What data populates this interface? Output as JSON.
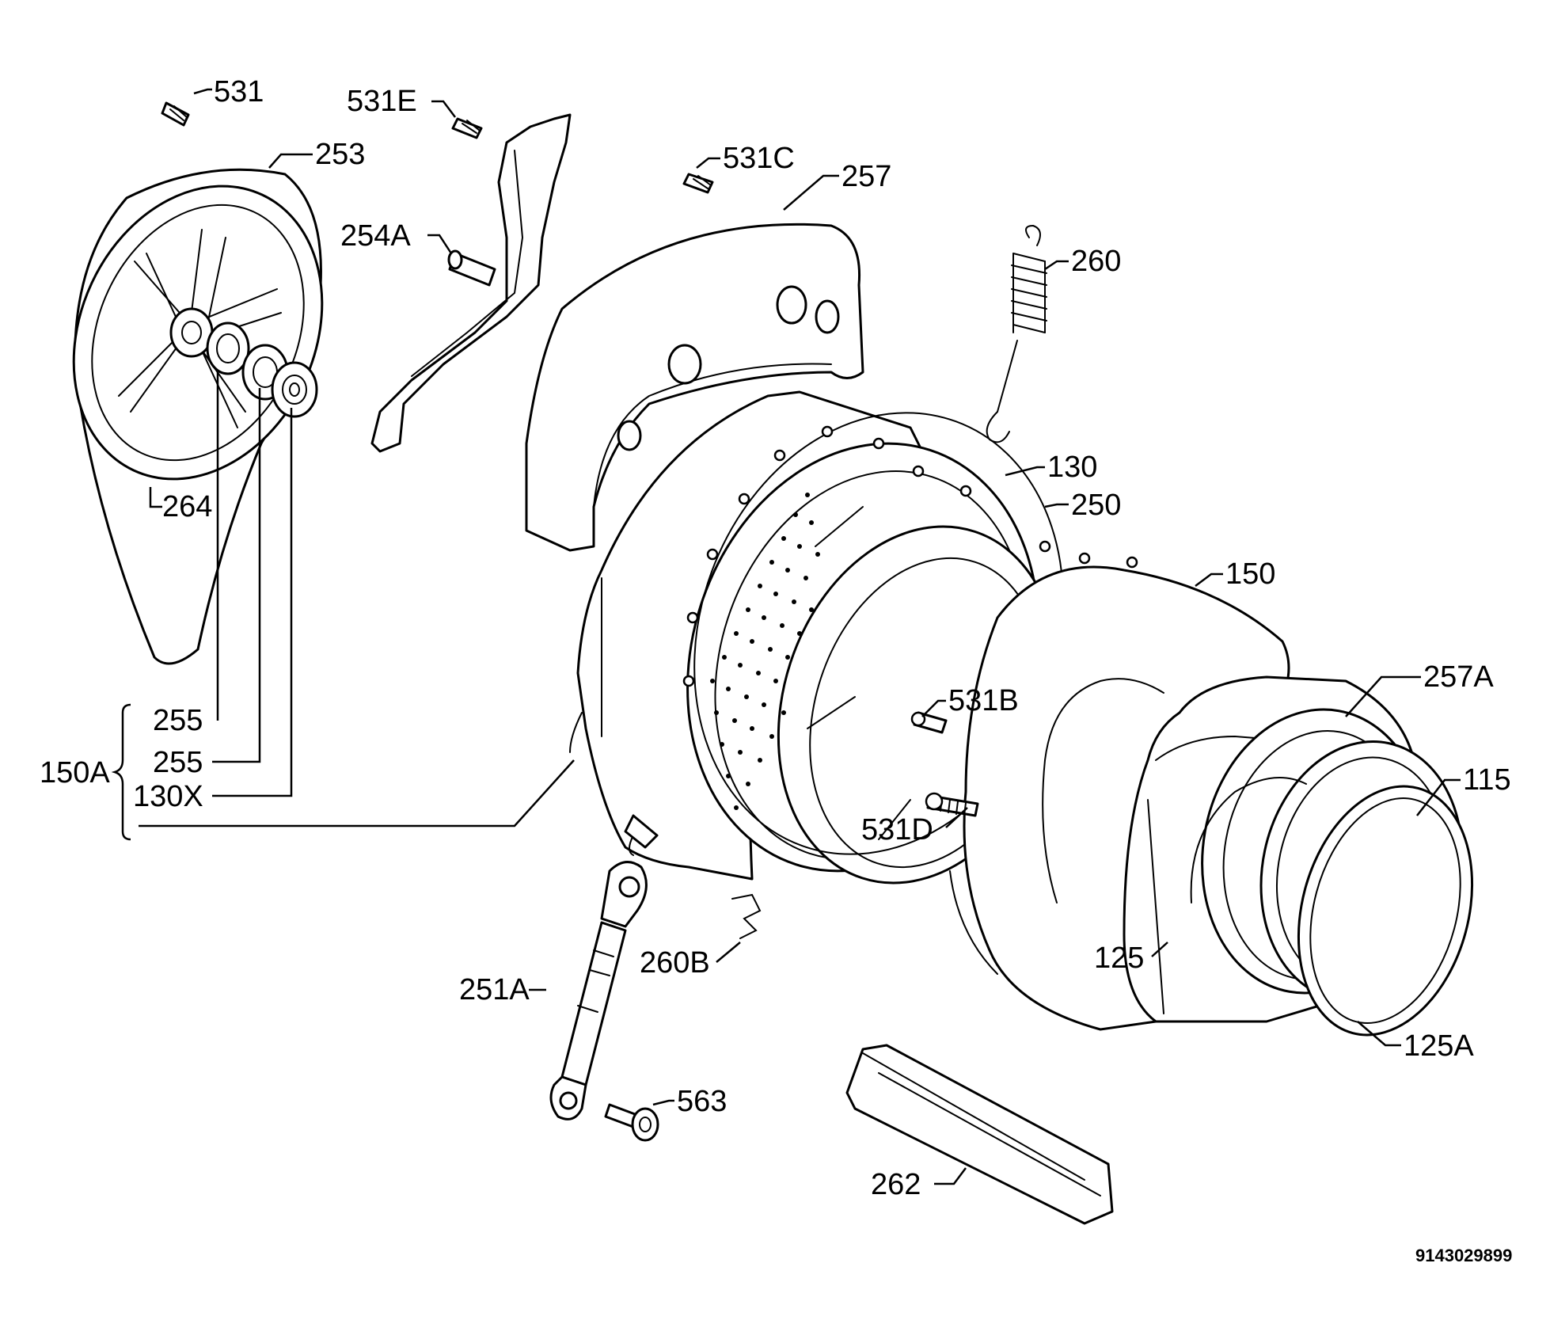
{
  "diagram": {
    "drawing_number": "9143029899",
    "labels": {
      "l531": "531",
      "l531E": "531E",
      "l253": "253",
      "l531C": "531C",
      "l257": "257",
      "l254A": "254A",
      "l260": "260",
      "l264": "264",
      "l130": "130",
      "l250": "250",
      "l150": "150",
      "l257A": "257A",
      "l531B": "531B",
      "l115": "115",
      "l255a": "255",
      "l255b": "255",
      "l150A": "150A",
      "l130X": "130X",
      "l531D": "531D",
      "l260B": "260B",
      "l125": "125",
      "l251A": "251A",
      "l563": "563",
      "l125A": "125A",
      "l262": "262"
    }
  }
}
